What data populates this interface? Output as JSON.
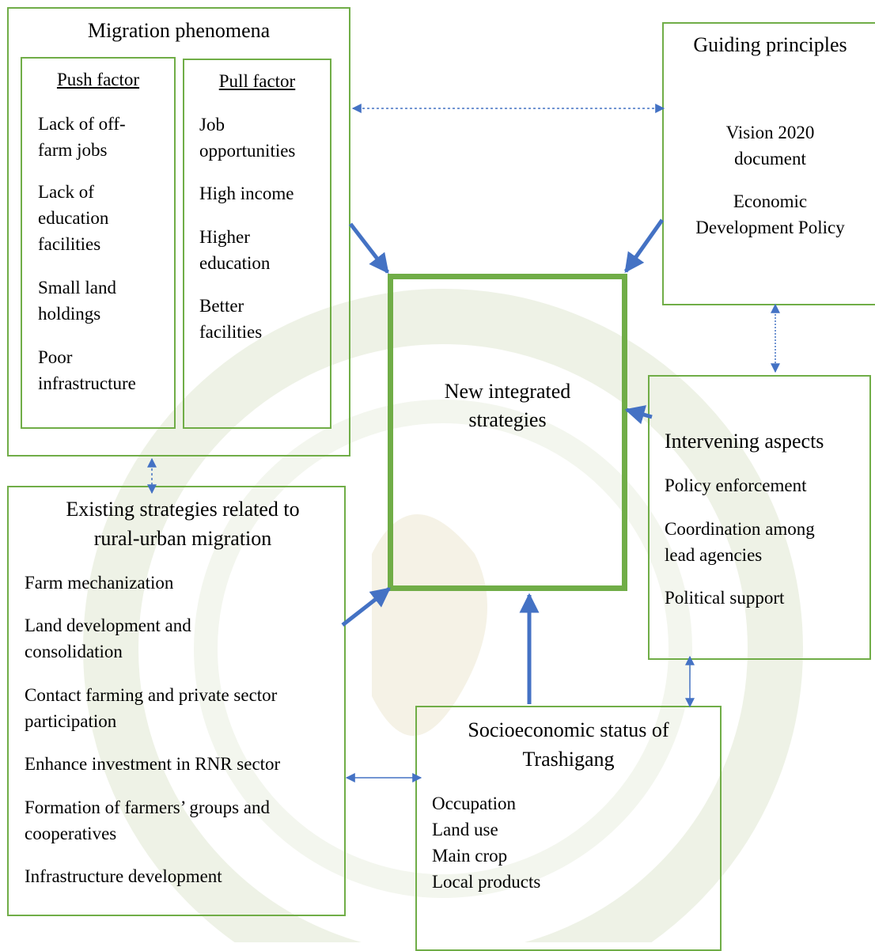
{
  "colors": {
    "box_border": "#70ad47",
    "arrow": "#4472c4",
    "watermark": "#e8eedf"
  },
  "migration": {
    "title": "Migration phenomena",
    "push": {
      "title": "Push factor",
      "items": [
        "Lack of off-",
        "farm jobs",
        "Lack of",
        "education",
        "facilities",
        "Small land",
        "holdings",
        "Poor",
        "infrastructure"
      ]
    },
    "pull": {
      "title": "Pull factor",
      "items": [
        "Job",
        "opportunities",
        "High income",
        "Higher",
        "education",
        "Better",
        "facilities"
      ]
    }
  },
  "guiding": {
    "title": "Guiding principles",
    "items": [
      "Vision 2020",
      "document",
      "Economic",
      "Development Policy"
    ]
  },
  "center": {
    "lines": [
      "New integrated",
      "strategies"
    ]
  },
  "intervening": {
    "title": "Intervening aspects",
    "items": [
      "Policy enforcement",
      "Coordination among",
      "lead agencies",
      "Political support"
    ]
  },
  "existing": {
    "title_lines": [
      "Existing strategies related to",
      "rural-urban migration"
    ],
    "items": [
      "Farm mechanization",
      "Land development and",
      "consolidation",
      "Contact farming and private sector",
      "participation",
      "Enhance investment in RNR sector",
      "Formation of farmers’ groups and",
      "cooperatives",
      "Infrastructure development"
    ]
  },
  "socio": {
    "title_lines": [
      "Socioeconomic status of",
      "Trashigang"
    ],
    "items": [
      "Occupation",
      "Land use",
      "Main crop",
      "Local products"
    ]
  }
}
